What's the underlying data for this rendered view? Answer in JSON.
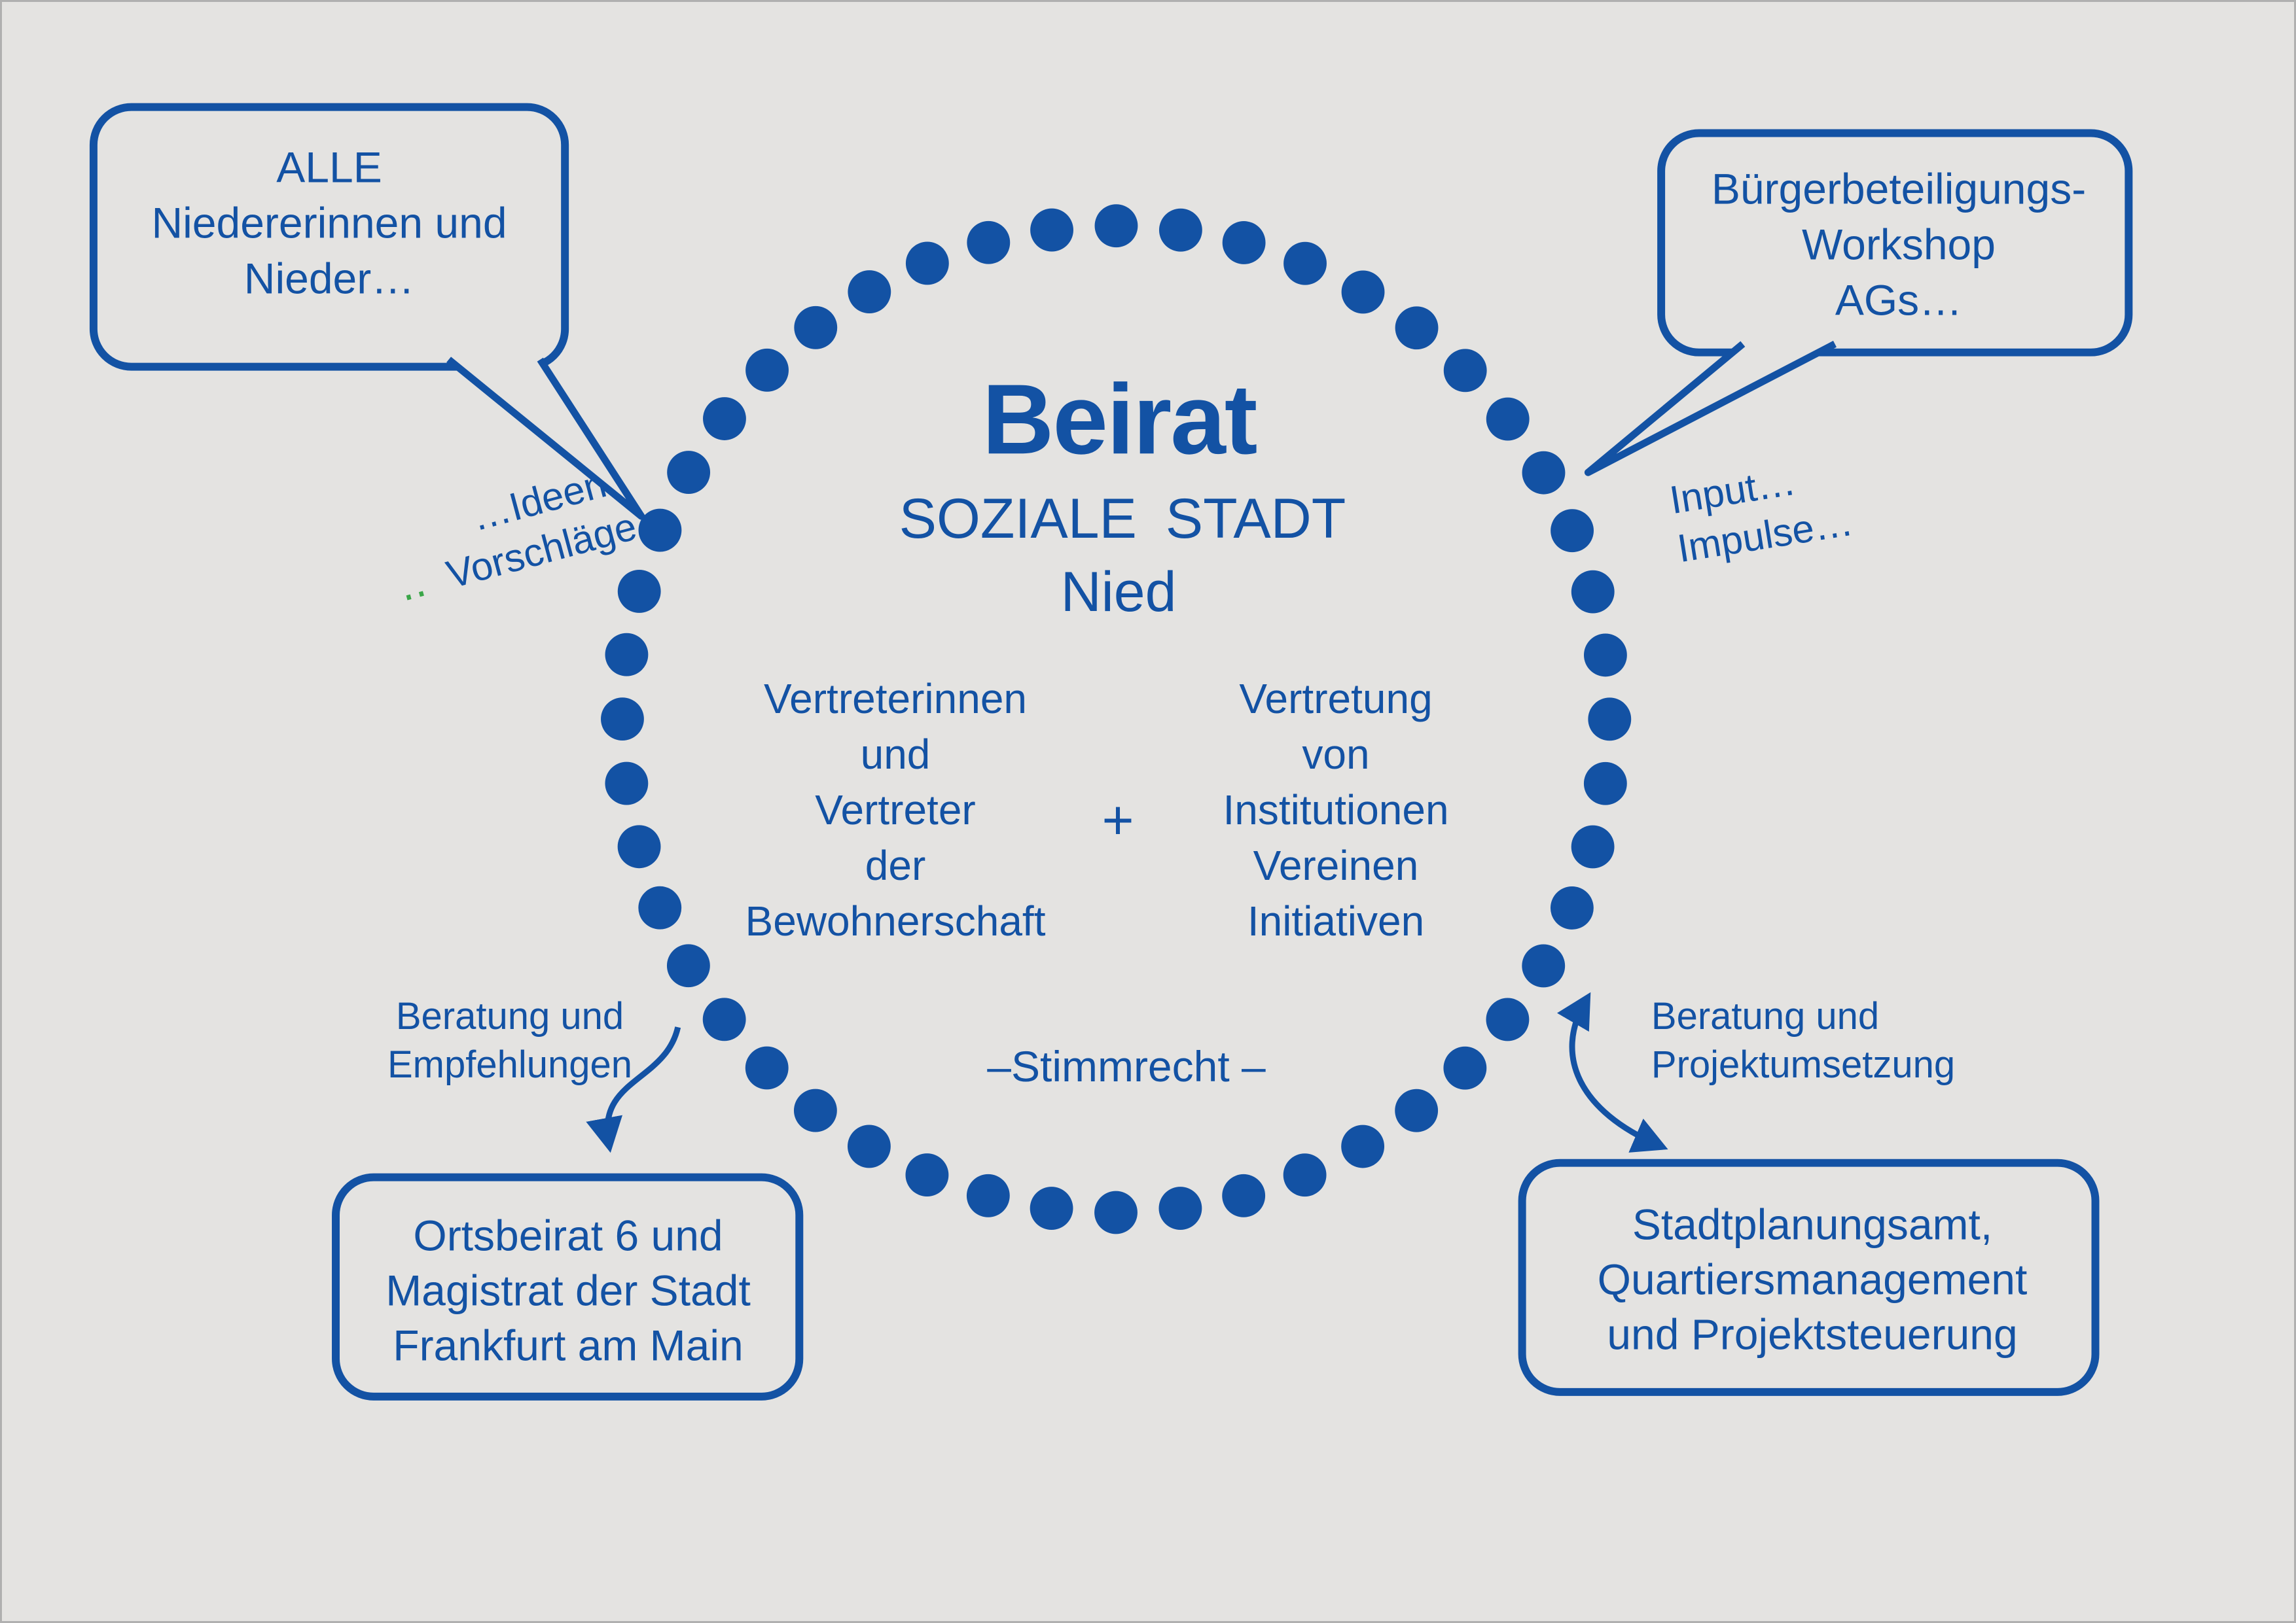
{
  "colors": {
    "blue": "#1352a4",
    "background": "#e4e3e1",
    "green": "#3aa648",
    "border": "#b0b0b0"
  },
  "center": {
    "title": "Beirat",
    "subtitle_line1": "SOZIALE STADT",
    "subtitle_line2": "Nied",
    "left_group": "Vertreterinnen\nund\nVertreter\nder\nBewohnerschaft",
    "plus_sign": "+",
    "right_group": "Vertretung\nvon\nInstitutionen\nVereinen\nInitiativen",
    "voting_note": "–Stimmrecht –"
  },
  "speech_bubbles": {
    "top_left": "ALLE\nNiedererinnen und\nNieder…",
    "top_right": "Bürgerbeteiligungs-\nWorkshop\nAGs…"
  },
  "boxes": {
    "bottom_left": "Ortsbeirat 6 und\nMagistrat der Stadt\nFrankfurt am Main",
    "bottom_right": "Stadtplanungsamt,\nQuartiersmanagement\nund Projektsteuerung"
  },
  "annotations": {
    "ideas_line1": "…Ideen",
    "ideas_mark": "‥",
    "ideas_line2": "Vorschläge",
    "input_lines": "Input…\nImpulse…",
    "advice_left": "Beratung und\nEmpfehlungen",
    "advice_right": "Beratung und\nProjektumsetzung"
  }
}
